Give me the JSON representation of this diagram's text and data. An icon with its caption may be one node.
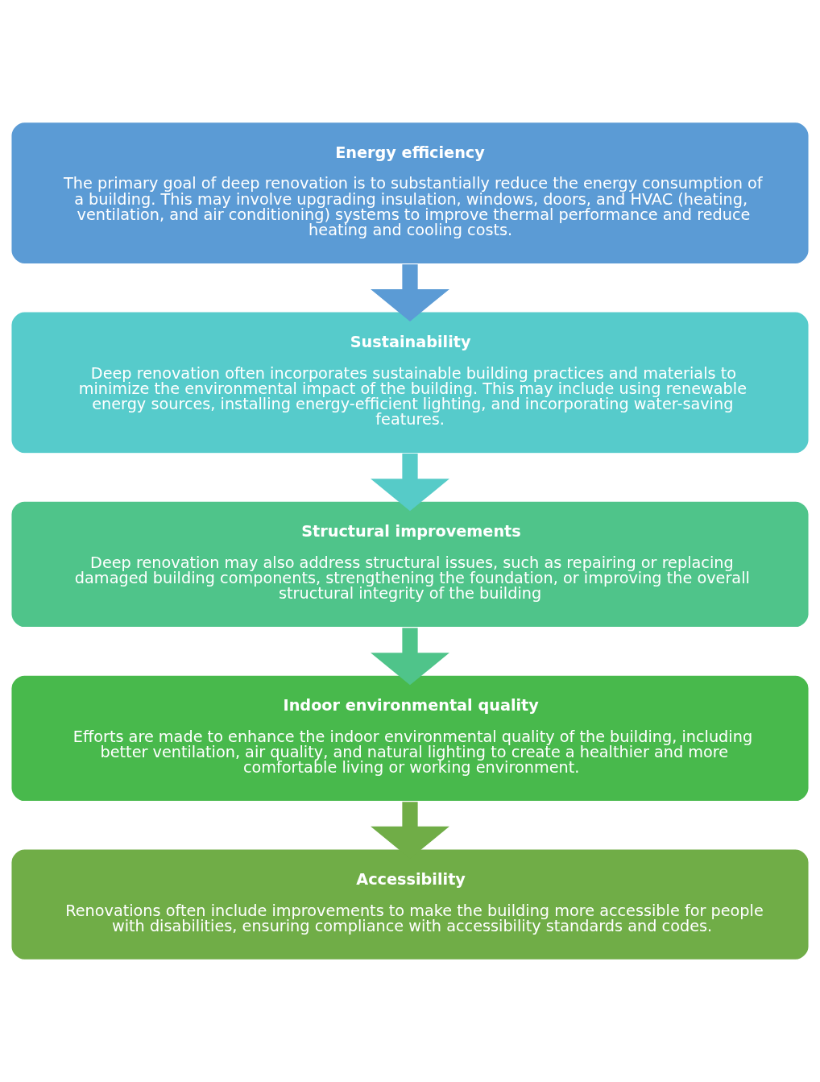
{
  "diagram": {
    "nodes": [
      {
        "text": [
          "Energy efficiency",
          "The primary goal of deep renovation is to substantially reduce the energy consumption of a building. This may involve upgrading insulation, windows, doors, and HVAC (heating, ventilation, and air conditioning) systems to improve thermal performance and reduce heating and cooling costs."
        ]
      },
      {
        "text": [
          "Sustainability",
          "Deep renovation often incorporates sustainable building practices and materials to minimize the environmental impact of the building. This may include using renewable energy sources, installing energy-efficient lighting, and incorporating water-saving features."
        ]
      },
      {
        "text": [
          "Structural improvements",
          "Deep renovation may also address structural issues, such as repairing or replacing damaged building components, strengthening the foundation, or improving the overall structural integrity of the building"
        ]
      },
      {
        "text": [
          "Indoor environmental quality",
          "Efforts are made to enhance the indoor environmental quality of the building, including better ventilation, air quality, and natural lighting to create a healthier and more comfortable living or working environment."
        ]
      },
      {
        "text": [
          "Accessibility",
          "Renovations often include improvements to make the building more accessible for people with disabilities, ensuring compliance with accessibility standards and codes."
        ]
      }
    ],
    "edges": [
      {
        "from": 0,
        "to": 1,
        "arrow": "to",
        "color": "#5b9bd5"
      },
      {
        "from": 1,
        "to": 2,
        "arrow": "to",
        "color": "#56cbc8"
      },
      {
        "from": 2,
        "to": 3,
        "arrow": "to",
        "color": "#4fc48a"
      },
      {
        "from": 3,
        "to": 4,
        "arrow": "to",
        "color": "#70ad47"
      }
    ]
  }
}
